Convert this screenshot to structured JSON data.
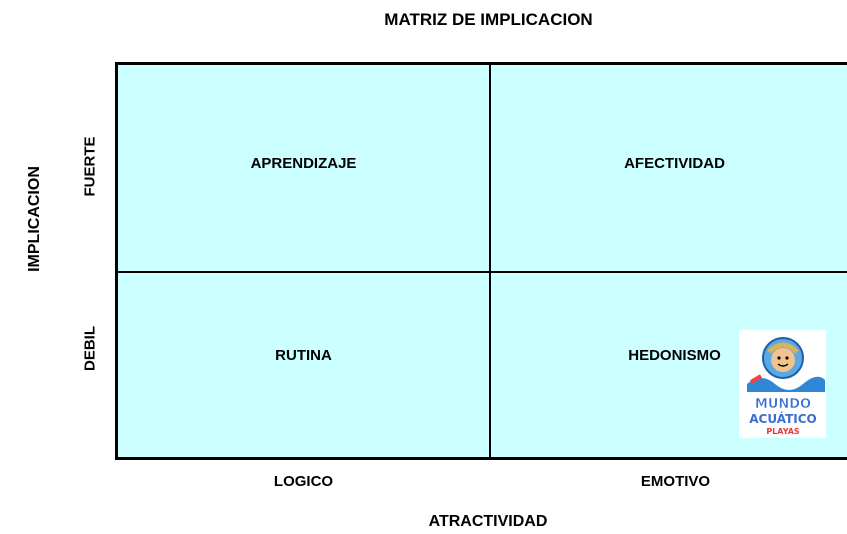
{
  "title": "MATRIZ DE IMPLICACION",
  "y_axis": {
    "label": "IMPLICACION",
    "ticks": [
      "FUERTE",
      "DEBIL"
    ]
  },
  "x_axis": {
    "label": "ATRACTIVIDAD",
    "ticks": [
      "LOGICO",
      "EMOTIVO"
    ]
  },
  "quadrants": {
    "top_left": "APRENDIZAJE",
    "top_right": "AFECTIVIDAD",
    "bottom_left": "RUTINA",
    "bottom_right": "HEDONISMO"
  },
  "logo": {
    "icon": "mundo-acuatico-logo-icon",
    "text_line1": "MUNDO",
    "text_line2": "ACUÁTICO",
    "text_line3": "PLAYAS"
  },
  "colors": {
    "quadrant_fill": "#ccffff",
    "border": "#000000"
  }
}
